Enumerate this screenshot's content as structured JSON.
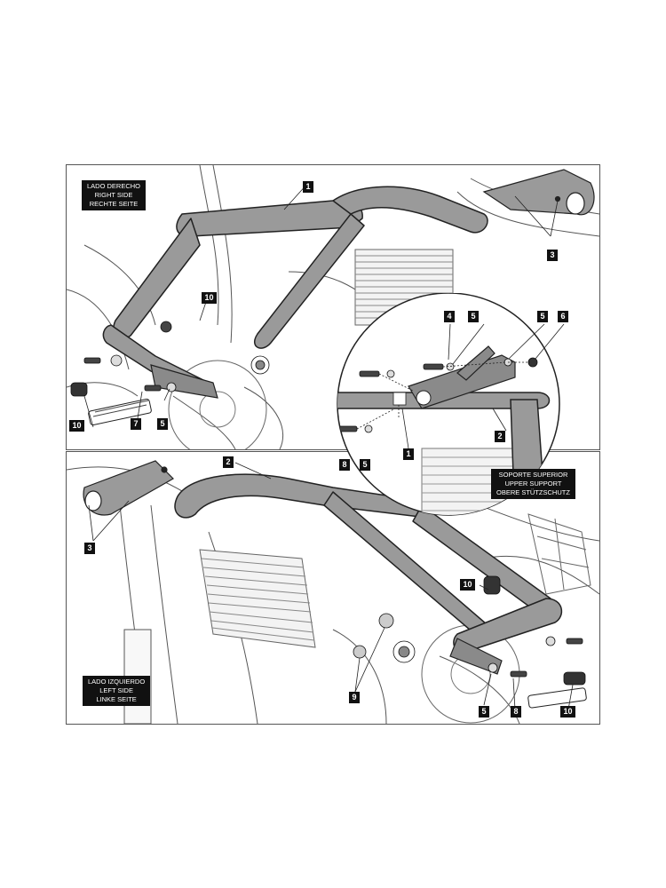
{
  "top_panel": {
    "side_label": [
      "LADO DERECHO",
      "RIGHT SIDE",
      "RECHTE SEITE"
    ],
    "callouts": {
      "c1": "1",
      "c3": "3",
      "c10a": "10",
      "c10b": "10",
      "c7": "7",
      "c5": "5"
    }
  },
  "detail": {
    "label": [
      "SOPORTE SUPERIOR",
      "UPPER SUPPORT",
      "OBERE STÜTZSCHUTZ"
    ],
    "callouts": {
      "c4": "4",
      "c5a": "5",
      "c5b": "5",
      "c6": "6",
      "c2": "2",
      "c8": "8",
      "c5c": "5",
      "c1": "1"
    }
  },
  "bottom_panel": {
    "side_label": [
      "LADO IZQUIERDO",
      "LEFT SIDE",
      "LINKE SEITE"
    ],
    "callouts": {
      "c2": "2",
      "c3": "3",
      "c10a": "10",
      "c9": "9",
      "c5": "5",
      "c8": "8",
      "c10b": "10"
    }
  }
}
